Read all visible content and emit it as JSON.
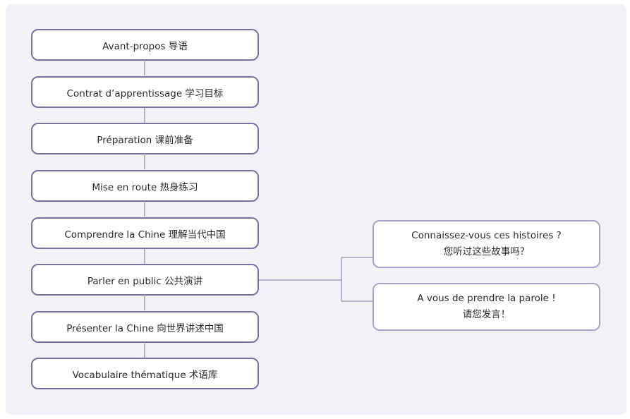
{
  "diagram": {
    "main_nodes": [
      {
        "label": "Avant-propos 导语"
      },
      {
        "label": "Contrat d’apprentissage 学习目标"
      },
      {
        "label": "Préparation 课前准备"
      },
      {
        "label": "Mise en route 热身练习"
      },
      {
        "label": "Comprendre la Chine 理解当代中国"
      },
      {
        "label": "Parler en public 公共演讲"
      },
      {
        "label": "Présenter la Chine 向世界讲述中国"
      },
      {
        "label": "Vocabulaire thématique 术语库"
      }
    ],
    "sub_nodes": [
      {
        "line1": "Connaissez-vous ces histoires ?",
        "line2": "您听过这些故事吗？"
      },
      {
        "line1": "A vous de prendre la parole !",
        "line2": "请您发言！"
      }
    ],
    "colors": {
      "background": "#f2f1f8",
      "node_border": "#7b6fa8",
      "sub_node_border": "#aaa2cf",
      "connector": "#7b6fa8"
    }
  }
}
